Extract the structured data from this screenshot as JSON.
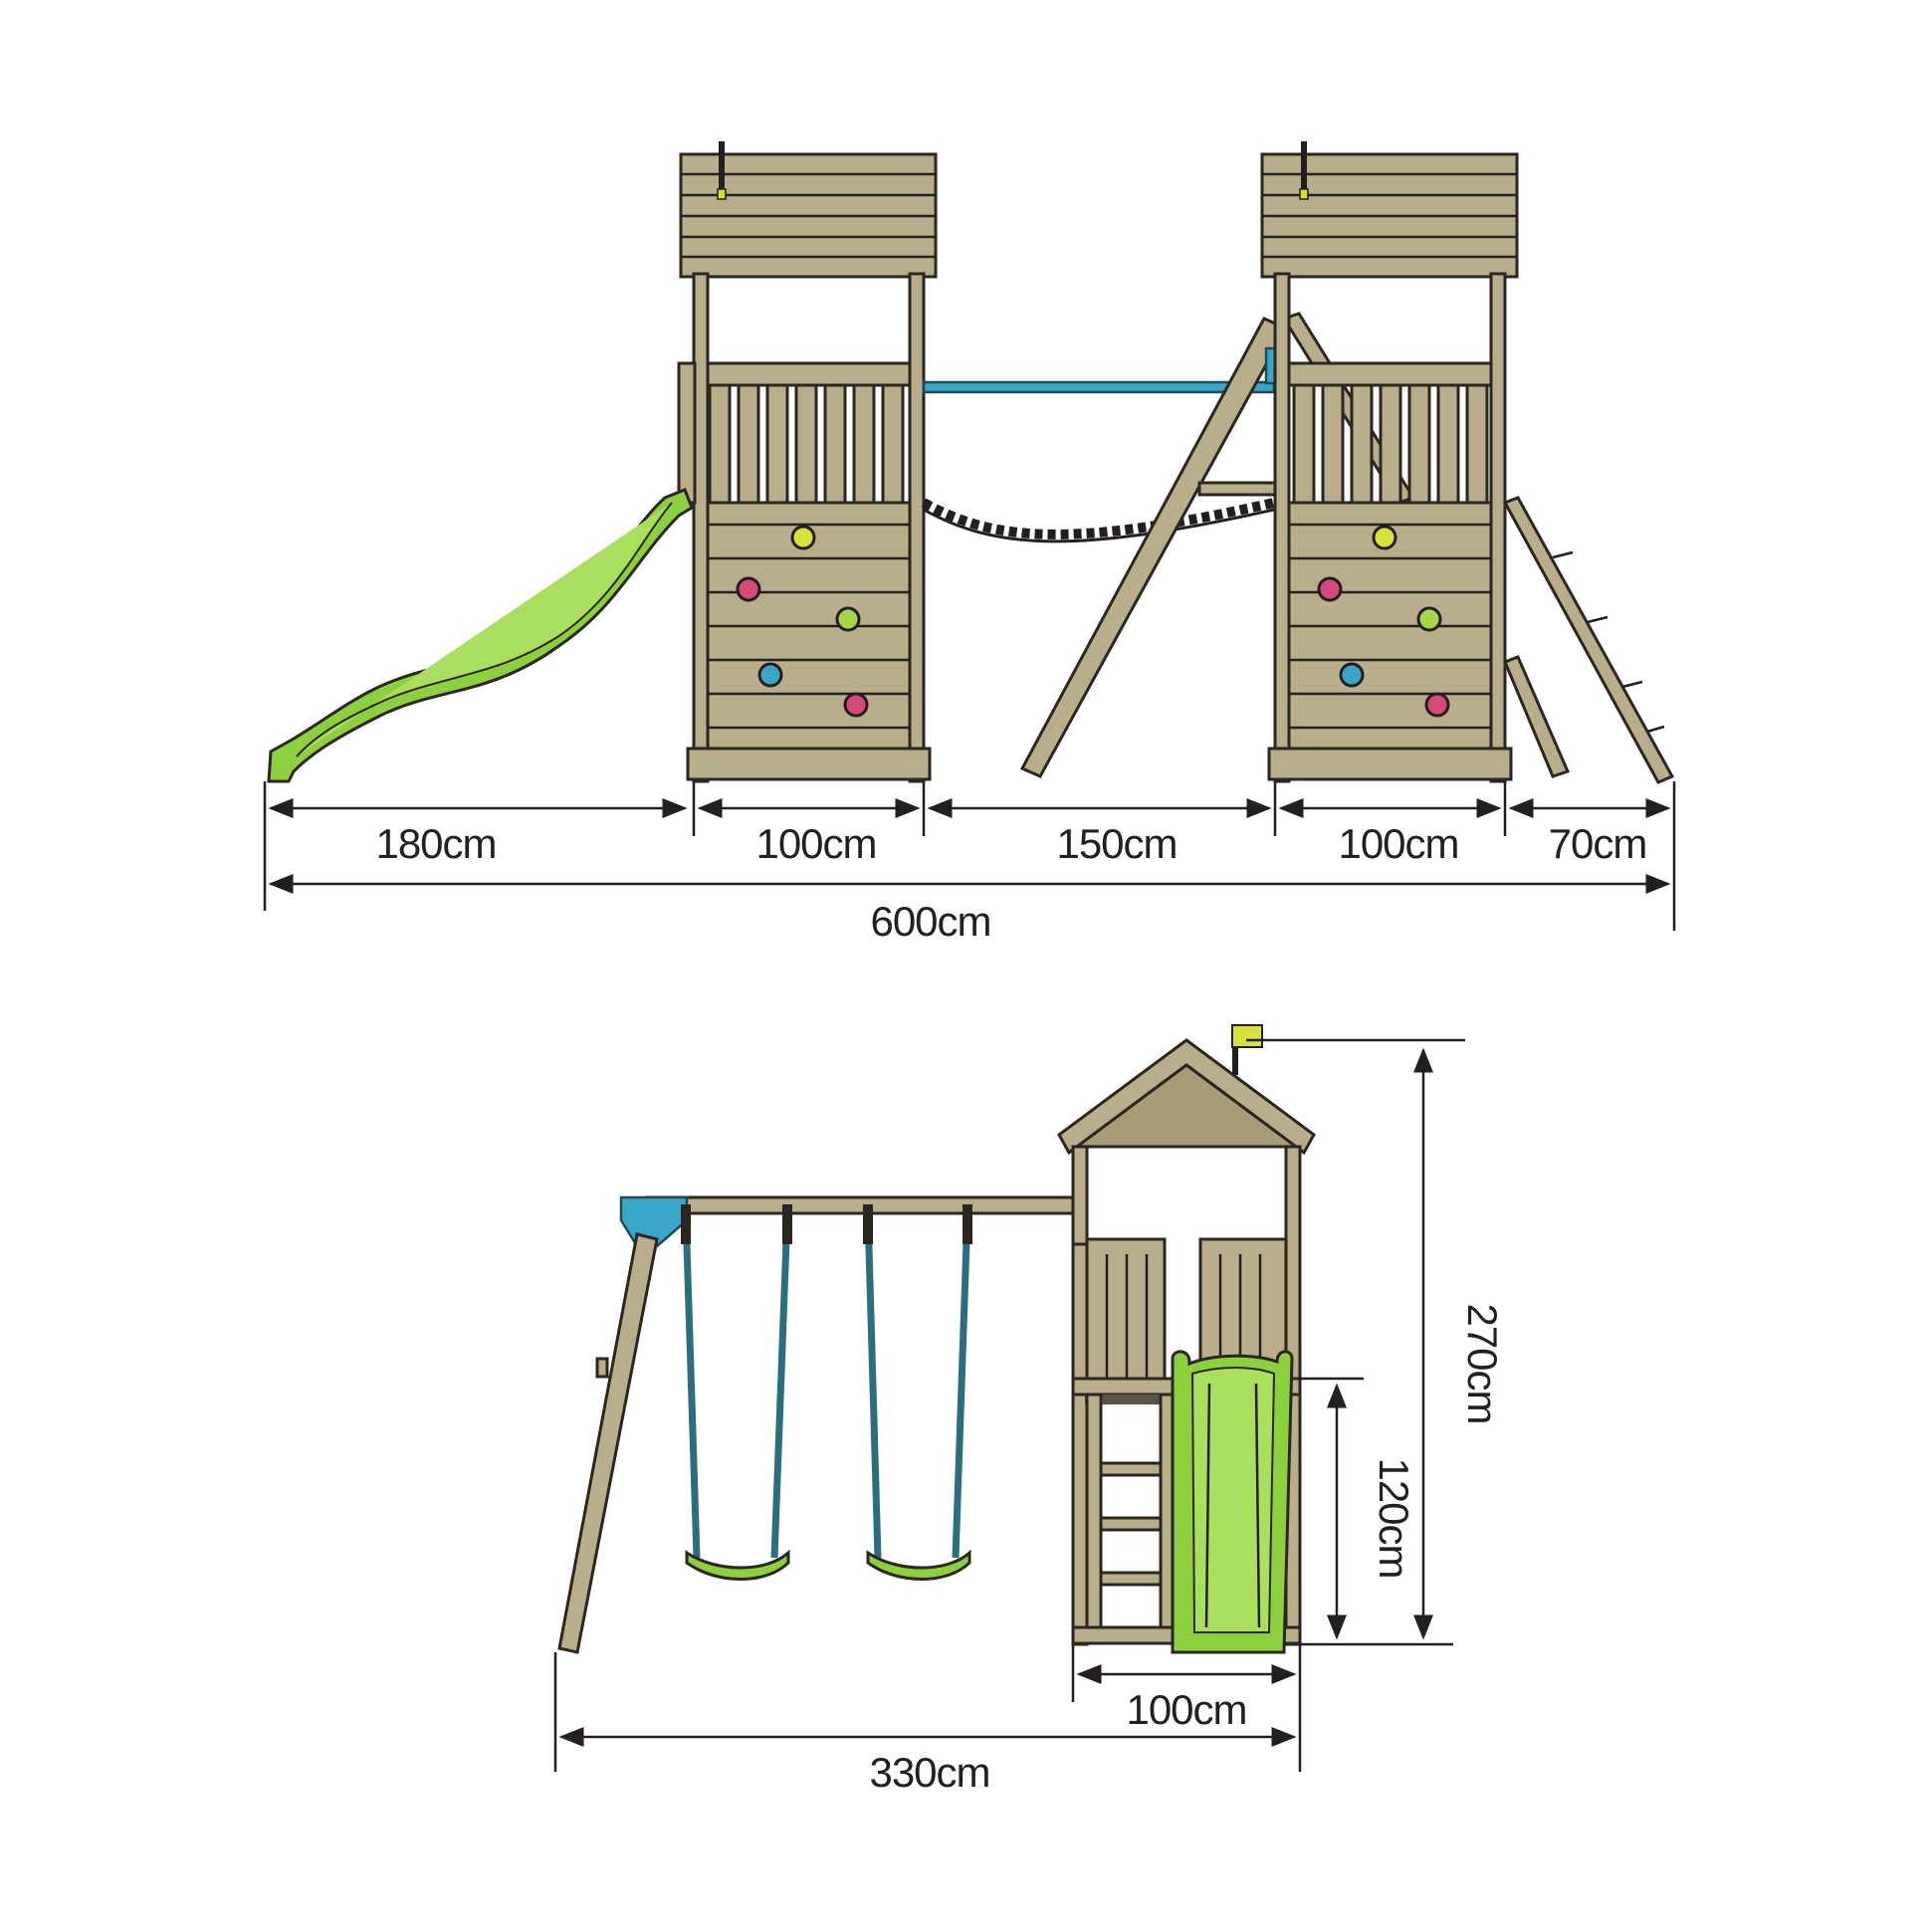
{
  "top_view": {
    "dims": {
      "slide": "180cm",
      "tower_left": "100cm",
      "bridge": "150cm",
      "tower_right": "100cm",
      "ladder": "70cm",
      "total": "600cm"
    }
  },
  "side_view": {
    "dims": {
      "tower_width": "100cm",
      "total_width": "330cm",
      "platform_height": "120cm",
      "total_height": "270cm"
    }
  },
  "colors": {
    "wood": "#b9ae8c",
    "slide": "#8ccf3f",
    "swing_beam_metal": "#3aa6c8",
    "outline": "#231f20"
  }
}
